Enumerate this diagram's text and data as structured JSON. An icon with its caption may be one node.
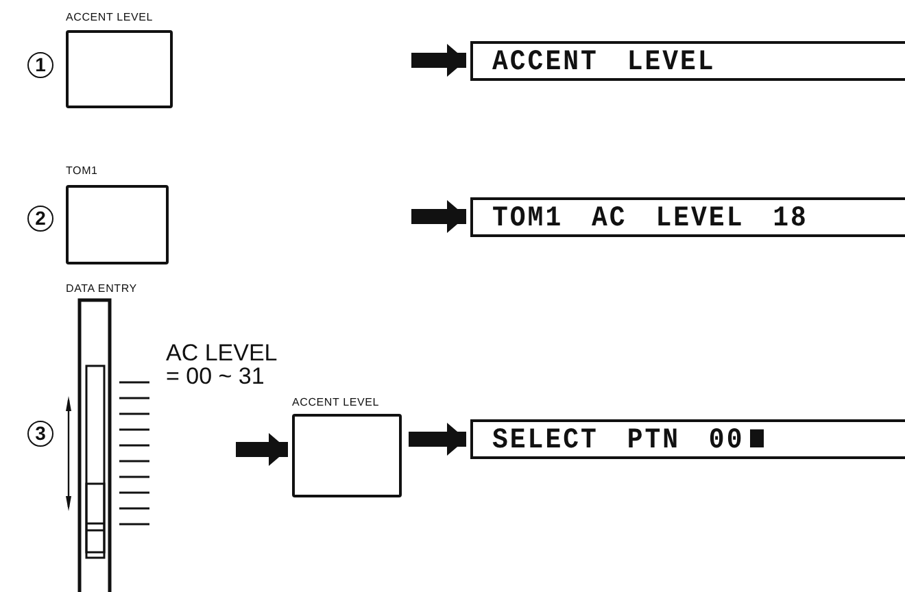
{
  "diagram": {
    "nodes": [
      {
        "text": [
          "ACCENT LEVEL"
        ]
      },
      {
        "text": [
          "ACCENT LEVEL"
        ]
      },
      {
        "text": [
          "TOM1"
        ]
      },
      {
        "text": [
          "TOM1 AC LEVEL 18"
        ]
      },
      {
        "text": [
          "DATA ENTRY"
        ]
      },
      {
        "text": [
          "ACCENT LEVEL"
        ]
      },
      {
        "text": [
          "SELECT PTN 00"
        ]
      }
    ],
    "edges": [
      {
        "from": null,
        "to": 1,
        "arrow": "to"
      },
      {
        "from": null,
        "to": 3,
        "arrow": "to"
      },
      {
        "from": null,
        "to": 5,
        "arrow": "to"
      },
      {
        "from": 5,
        "to": 6,
        "arrow": "to"
      }
    ],
    "labels": [
      "1",
      "2",
      "AC LEVEL = 00 ~ 31",
      "3"
    ]
  }
}
